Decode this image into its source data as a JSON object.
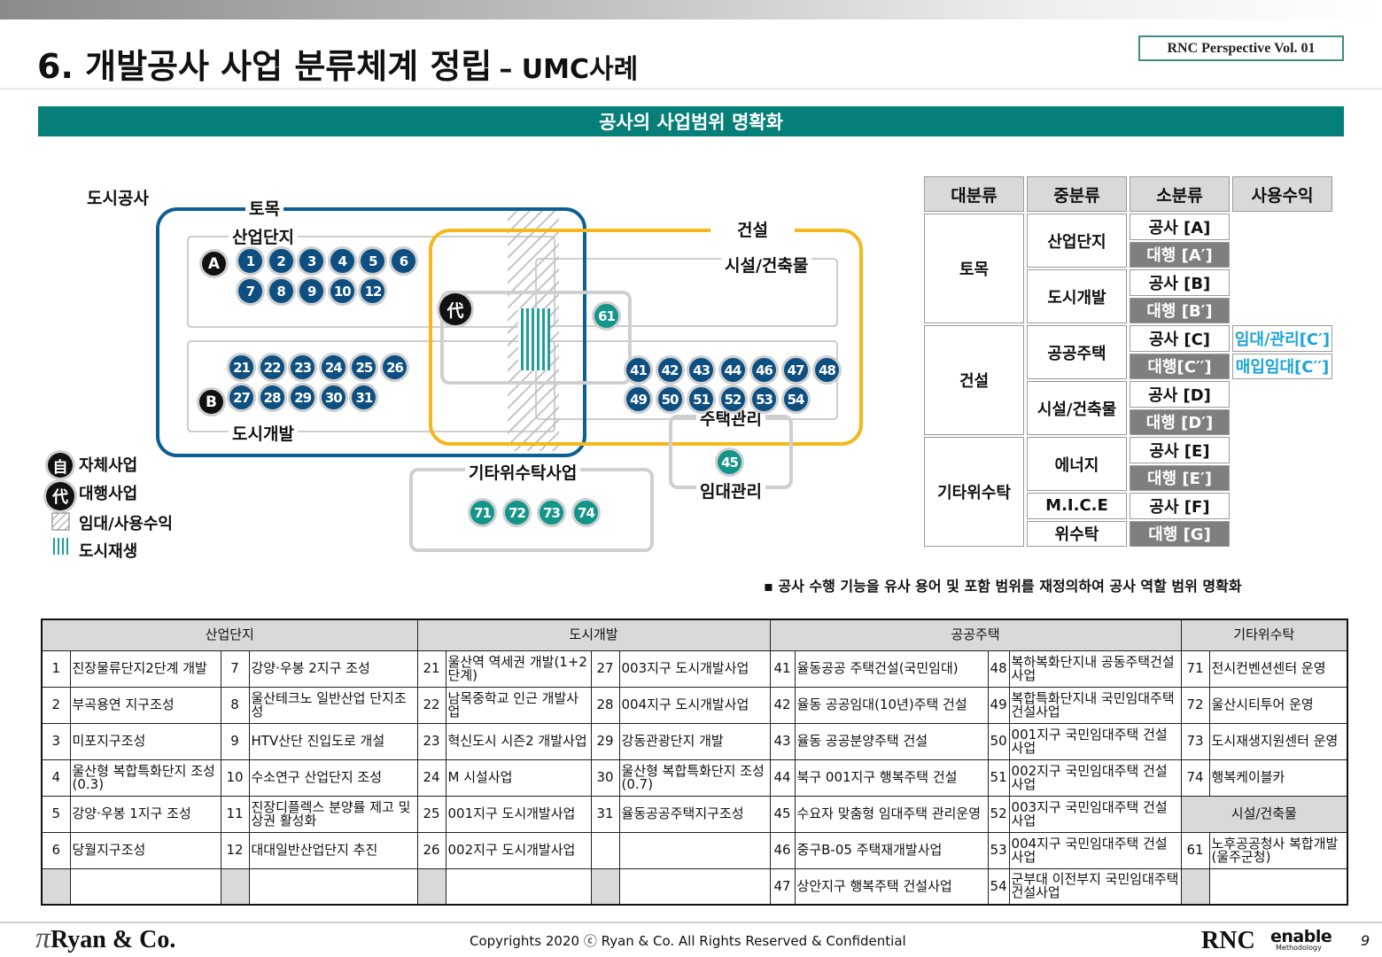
{
  "header": {
    "title": "6. 개발공사 사업 분류체계 정립",
    "title_sub": "– UMC사례",
    "volume": "RNC Perspective Vol. 01"
  },
  "banner": "공사의 사업범위 명확화",
  "diagram": {
    "urban_corp": "도시공사",
    "civil": "토목",
    "construction": "건설",
    "industrial": "산업단지",
    "facility": "시설/건축물",
    "urban_dev": "도시개발",
    "housing_mgmt": "주택관리",
    "rental_mgmt": "임대관리",
    "other_trust": "기타위수탁사업",
    "marker_a": "A",
    "marker_b": "B",
    "marker_dae": "代",
    "row_a1": [
      "1",
      "2",
      "3",
      "4",
      "5",
      "6"
    ],
    "row_a2": [
      "7",
      "8",
      "9",
      "10",
      "12"
    ],
    "row_b1": [
      "21",
      "22",
      "23",
      "24",
      "25",
      "26"
    ],
    "row_b2": [
      "27",
      "28",
      "29",
      "30",
      "31"
    ],
    "row_c1": [
      "41",
      "42",
      "43",
      "44",
      "46",
      "47",
      "48"
    ],
    "row_c2": [
      "49",
      "50",
      "51",
      "52",
      "53",
      "54"
    ],
    "n61": "61",
    "n45": "45",
    "row_other": [
      "71",
      "72",
      "73",
      "74"
    ],
    "colors": {
      "blue": "#0d4f80",
      "teal": "#14958a",
      "civil_frame": "#0b5f93",
      "construction_frame": "#f2b81e"
    }
  },
  "legend": {
    "self_icon": "自",
    "self": "자체사업",
    "agency_icon": "代",
    "agency": "대행사업",
    "rent": "임대/사용수익",
    "regen": "도시재생"
  },
  "classification": {
    "headers": [
      "대분류",
      "중분류",
      "소분류",
      "사용수익"
    ],
    "civil": "토목",
    "industrial": "산업단지",
    "ind_a": "공사 [A]",
    "ind_a2": "대행 [A′]",
    "urbandev": "도시개발",
    "ud_b": "공사 [B]",
    "ud_b2": "대행 [B′]",
    "construction": "건설",
    "public_housing": "공공주택",
    "ph_c": "공사 [C]",
    "ph_c2": "대행[C′′]",
    "ph_rent": "임대/관리[C′]",
    "ph_buy": "매입임대[C′′]",
    "facility": "시설/건축물",
    "fa_d": "공사 [D]",
    "fa_d2": "대행 [D′]",
    "other": "기타위수탁",
    "energy": "에너지",
    "en_e": "공사 [E]",
    "en_e2": "대행 [E′]",
    "mice": "M.I.C.E",
    "mice_f": "공사 [F]",
    "trust": "위수탁",
    "trust_g": "대행 [G]"
  },
  "note": "▪ 공사 수행 기능을 유사 용어 및 포함 범위를 재정의하여 공사 역할 범위 명확화",
  "list": {
    "headers": [
      "산업단지",
      "도시개발",
      "공공주택",
      "기타위수탁"
    ],
    "facility_header": "시설/건축물",
    "rows": [
      [
        "1",
        "진장물류단지2단계 개발",
        "7",
        "강양·우봉 2지구 조성",
        "21",
        "울산역 역세권 개발(1+2단계)",
        "27",
        "003지구 도시개발사업",
        "41",
        "율동공공 주택건설(국민임대)",
        "48",
        "복하복화단지내 공동주택건설사업",
        "71",
        "전시컨벤션센터 운영"
      ],
      [
        "2",
        "부곡용연 지구조성",
        "8",
        "울산테크노 일반산업 단지조성",
        "22",
        "남목중학교 인근 개발사업",
        "28",
        "004지구 도시개발사업",
        "42",
        "율동 공공임대(10년)주택 건설",
        "49",
        "복합특화단지내 국민임대주택 건설사업",
        "72",
        "울산시티투어 운영"
      ],
      [
        "3",
        "미포지구조성",
        "9",
        "HTV산단 진입도로 개설",
        "23",
        "혁신도시 시즌2 개발사업",
        "29",
        "강동관광단지 개발",
        "43",
        "율동 공공분양주택 건설",
        "50",
        "001지구 국민임대주택 건설사업",
        "73",
        "도시재생지원센터 운영"
      ],
      [
        "4",
        "울산형 복합특화단지 조성(0.3)",
        "10",
        "수소연구 산업단지 조성",
        "24",
        "M 시설사업",
        "30",
        "울산형 복합특화단지 조성(0.7)",
        "44",
        "북구 001지구 행복주택 건설",
        "51",
        "002지구 국민임대주택 건설사업",
        "74",
        "행복케이블카"
      ],
      [
        "5",
        "강양·우봉 1지구 조성",
        "11",
        "진장디플렉스 분양률 제고 및 상권 활성화",
        "25",
        "001지구 도시개발사업",
        "31",
        "율동공공주택지구조성",
        "45",
        "수요자 맞춤형 임대주택 관리운영",
        "52",
        "003지구 국민임대주택 건설사업"
      ],
      [
        "6",
        "당월지구조성",
        "12",
        "대대일반산업단지 추진",
        "26",
        "002지구 도시개발사업",
        "",
        "",
        "46",
        "중구B-05 주택재개발사업",
        "53",
        "004지구 국민임대주택 건설사업",
        "61",
        "노후공공청사 복합개발(울주군청)"
      ],
      [
        "",
        "",
        "",
        "",
        "",
        "",
        "",
        "",
        "47",
        "상안지구 행복주택 건설사업",
        "54",
        "군부대 이전부지 국민임대주택 건설사업",
        "",
        ""
      ]
    ]
  },
  "footer": {
    "company": "Ryan & Co.",
    "copyright": "Copyrights 2020 ⓒ Ryan & Co. All Rights Reserved & Confidential",
    "rnc": "RNC",
    "enable": "enable",
    "methodology": "Methodology",
    "page": "9"
  }
}
